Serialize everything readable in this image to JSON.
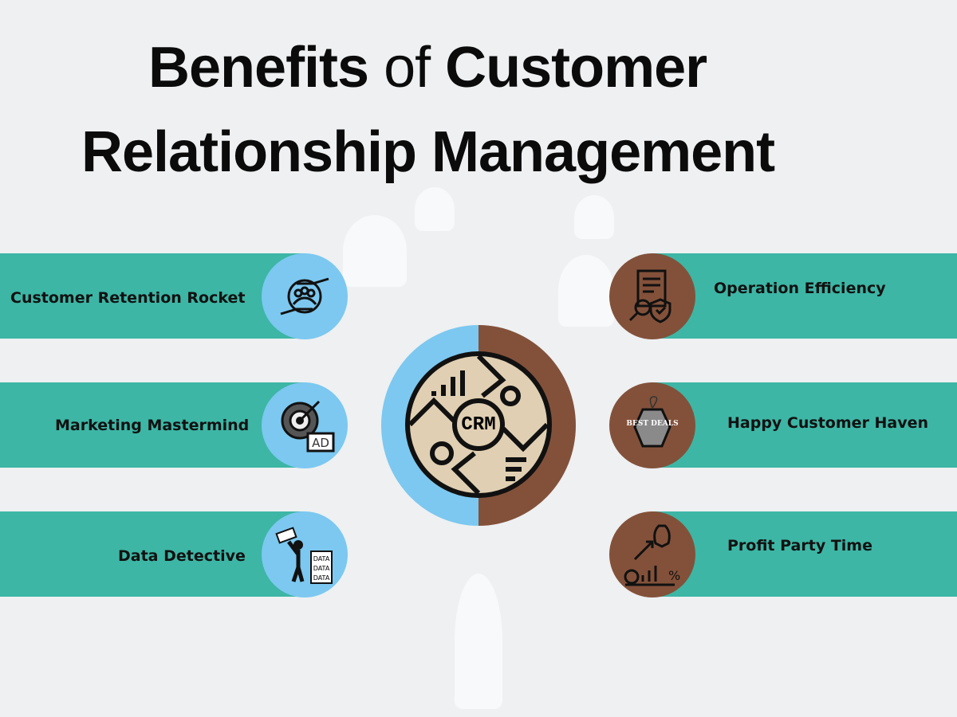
{
  "title": {
    "word1": "Benefits",
    "word2": "of",
    "word3": "Customer",
    "line2": "Relationship Management"
  },
  "center": {
    "icon_text": "CRM"
  },
  "left": [
    {
      "label": "Customer Retention Rocket",
      "icon": "handshake-people-icon"
    },
    {
      "label": "Marketing Mastermind",
      "icon": "target-ad-icon",
      "icon_text": "AD"
    },
    {
      "label": "Data Detective",
      "icon": "data-person-icon",
      "icon_text": "DATA"
    }
  ],
  "right": [
    {
      "label": "Operation Efficiency",
      "icon": "document-search-shield-icon"
    },
    {
      "label": "Happy Customer Haven",
      "icon": "best-deals-tag-icon",
      "icon_text": "BEST DEALS"
    },
    {
      "label": "Profit Party Time",
      "icon": "rocket-growth-icon"
    }
  ],
  "colors": {
    "teal": "#3db6a5",
    "blue": "#7cc8f0",
    "brown": "#83513a",
    "beige": "#e0cfb2"
  }
}
